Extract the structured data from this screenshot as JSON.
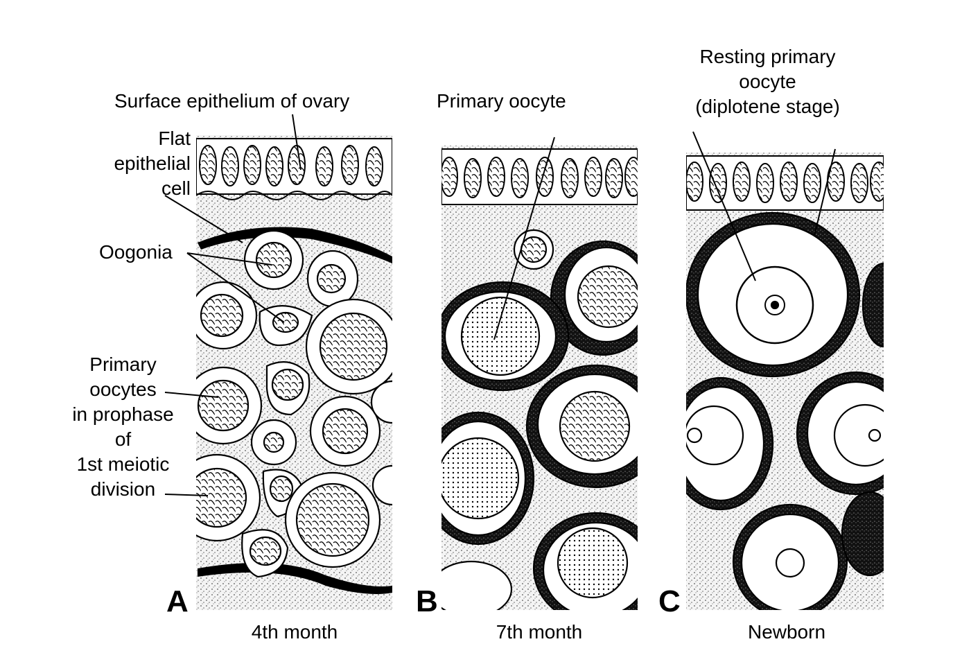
{
  "labels": {
    "surface_epithelium": "Surface epithelium of ovary",
    "flat_epithelial_cell": [
      "Flat",
      "epithelial",
      "cell"
    ],
    "oogonia": "Oogonia",
    "primary_oocytes_prophase": [
      "Primary",
      "oocytes",
      "in prophase",
      "of",
      "1st meiotic",
      "division"
    ],
    "primary_oocyte": "Primary oocyte",
    "resting_primary_oocyte": [
      "Resting primary",
      "oocyte",
      "(diplotene stage)"
    ]
  },
  "panels": [
    {
      "letter": "A",
      "caption": "4th month"
    },
    {
      "letter": "B",
      "caption": "7th month"
    },
    {
      "letter": "C",
      "caption": "Newborn"
    }
  ]
}
